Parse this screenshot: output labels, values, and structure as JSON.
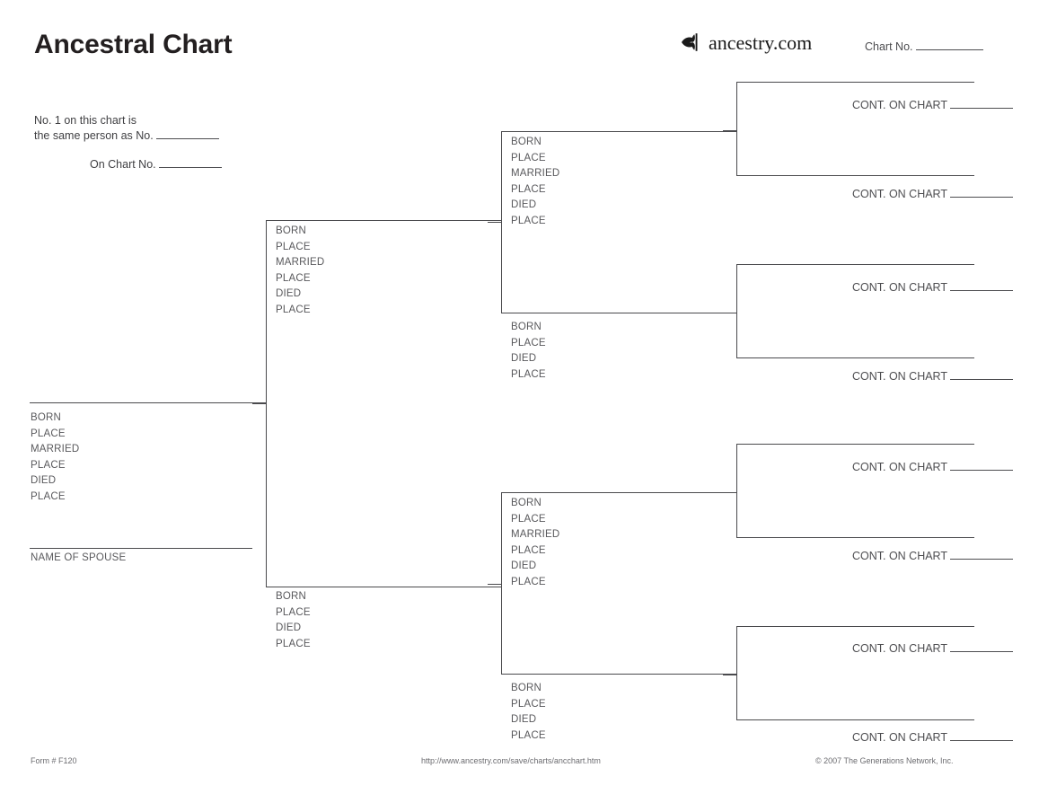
{
  "header": {
    "title": "Ancestral Chart",
    "brand_wordmark": "ancestry.com",
    "brand_icon": "ancestry-leaf-icon",
    "chart_no_label": "Chart No."
  },
  "intro": {
    "line1": "No. 1 on this chart is",
    "line2": "the same person as No.",
    "line3": "On Chart No."
  },
  "field_labels": {
    "born": "BORN",
    "place": "PLACE",
    "married": "MARRIED",
    "died": "DIED",
    "spouse": "NAME OF SPOUSE"
  },
  "cont_label": "CONT. ON CHART",
  "persons": {
    "p1": {
      "fields": [
        "BORN",
        "PLACE",
        "MARRIED",
        "PLACE",
        "DIED",
        "PLACE"
      ],
      "spouse_label": "NAME OF SPOUSE"
    },
    "p2": {
      "fields": [
        "BORN",
        "PLACE",
        "MARRIED",
        "PLACE",
        "DIED",
        "PLACE"
      ]
    },
    "p3": {
      "fields": [
        "BORN",
        "PLACE",
        "DIED",
        "PLACE"
      ]
    },
    "p4": {
      "fields": [
        "BORN",
        "PLACE",
        "MARRIED",
        "PLACE",
        "DIED",
        "PLACE"
      ]
    },
    "p5": {
      "fields": [
        "BORN",
        "PLACE",
        "DIED",
        "PLACE"
      ]
    },
    "p6": {
      "fields": [
        "BORN",
        "PLACE",
        "MARRIED",
        "PLACE",
        "DIED",
        "PLACE"
      ]
    },
    "p7": {
      "fields": [
        "BORN",
        "PLACE",
        "DIED",
        "PLACE"
      ]
    }
  },
  "cont_slots": [
    {
      "label": "CONT. ON CHART"
    },
    {
      "label": "CONT. ON CHART"
    },
    {
      "label": "CONT. ON CHART"
    },
    {
      "label": "CONT. ON CHART"
    },
    {
      "label": "CONT. ON CHART"
    },
    {
      "label": "CONT. ON CHART"
    },
    {
      "label": "CONT. ON CHART"
    },
    {
      "label": "CONT. ON CHART"
    }
  ],
  "footer": {
    "form": "Form # F120",
    "url": "http://www.ancestry.com/save/charts/ancchart.htm",
    "copyright": "© 2007 The Generations Network, Inc."
  },
  "colors": {
    "ink": "#231f20",
    "label_grey": "#59595c",
    "rule": "#4a4a4d",
    "footer_grey": "#6c6c70"
  }
}
